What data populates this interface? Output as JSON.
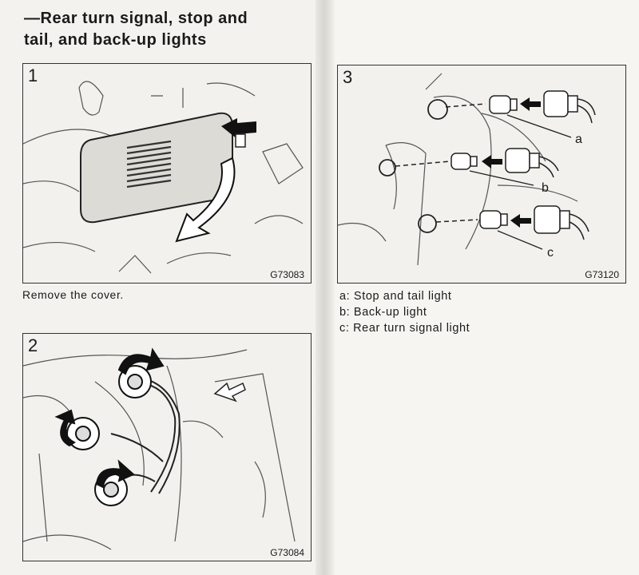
{
  "heading": {
    "line1": "—Rear turn signal, stop and",
    "line2": "tail, and back-up lights"
  },
  "figures": [
    {
      "step": "1",
      "code": "G73083",
      "caption": "Remove the cover."
    },
    {
      "step": "2",
      "code": "G73084"
    },
    {
      "step": "3",
      "code": "G73120",
      "callouts": [
        "a",
        "b",
        "c"
      ]
    }
  ],
  "legend": [
    "a:  Stop  and  tail  light",
    "b:  Back-up  light",
    "c:  Rear  turn  signal  light"
  ]
}
